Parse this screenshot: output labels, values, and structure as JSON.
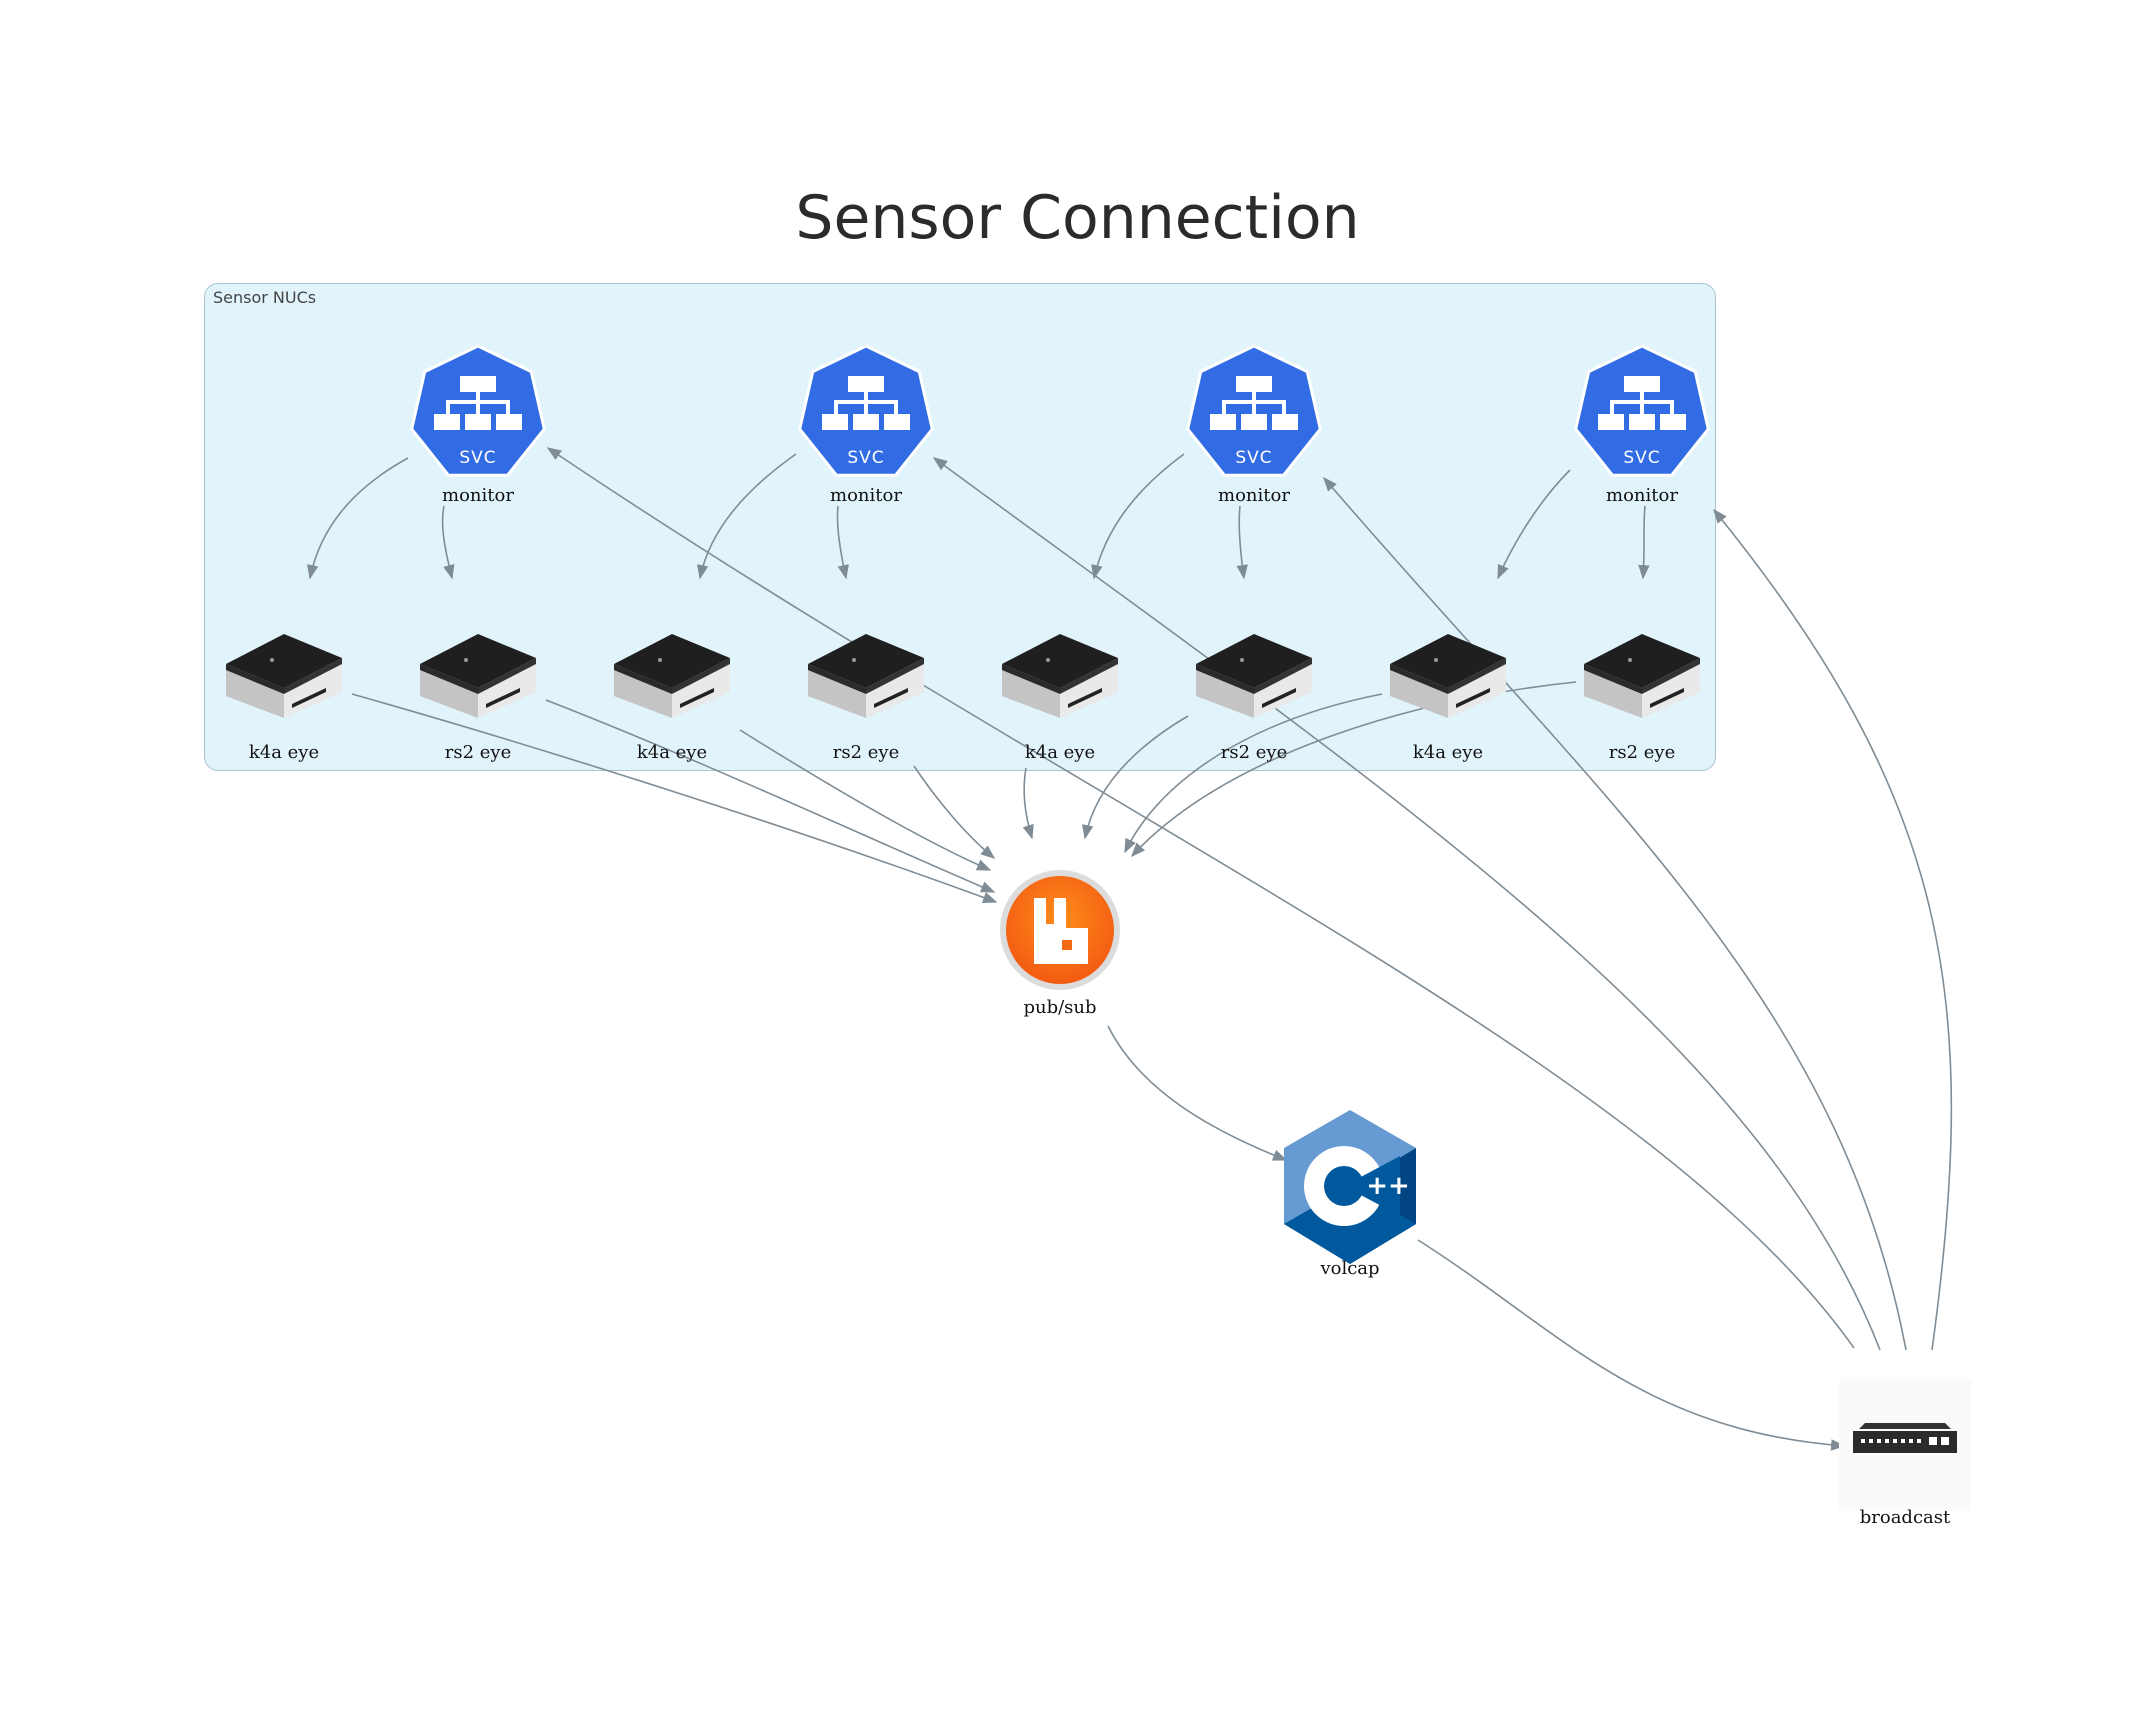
{
  "title": "Sensor Connection",
  "cluster": {
    "label": "Sensor NUCs"
  },
  "monitors": [
    {
      "label": "monitor",
      "badge": "SVC"
    },
    {
      "label": "monitor",
      "badge": "SVC"
    },
    {
      "label": "monitor",
      "badge": "SVC"
    },
    {
      "label": "monitor",
      "badge": "SVC"
    }
  ],
  "eyes": [
    {
      "label": "k4a eye"
    },
    {
      "label": "rs2 eye"
    },
    {
      "label": "k4a eye"
    },
    {
      "label": "rs2 eye"
    },
    {
      "label": "k4a eye"
    },
    {
      "label": "rs2 eye"
    },
    {
      "label": "k4a eye"
    },
    {
      "label": "rs2 eye"
    }
  ],
  "pubsub": {
    "label": "pub/sub"
  },
  "volcap": {
    "label": "volcap",
    "badge": "++"
  },
  "broadcast": {
    "label": "broadcast"
  },
  "colors": {
    "svc": "#326ce5",
    "cluster_bg": "#e2f4fb",
    "rabbit": "#ff6600",
    "cpp": "#00599c",
    "edge": "#7f8c95"
  }
}
